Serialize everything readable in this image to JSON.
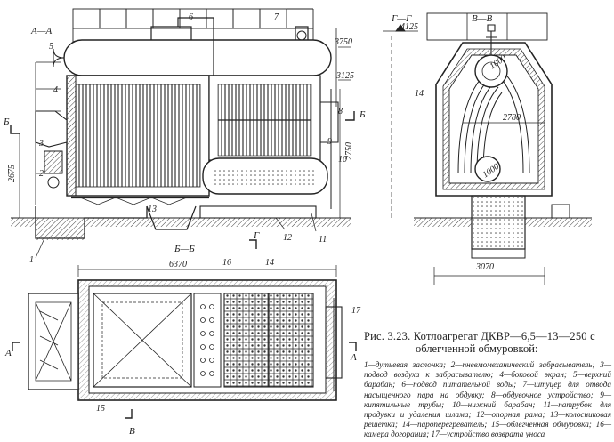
{
  "section_labels": {
    "aa": "А—А",
    "gg": "Г—Г",
    "vv": "В—В",
    "bb": "Б—Б",
    "a_left": "А",
    "a_right": "А",
    "b_left": "Б",
    "b_right": "Б",
    "g_mark": "Г",
    "v_mark": "В"
  },
  "dimensions": {
    "d3750": "3750",
    "d3125": "3125",
    "d2750": "2750",
    "d2675": "2675",
    "d4125": "4125",
    "d2780": "2780",
    "d3070": "3070",
    "d6370": "6370",
    "d1000a": "1000",
    "d1000b": "1000"
  },
  "part_numbers": [
    "1",
    "2",
    "3",
    "4",
    "5",
    "6",
    "7",
    "8",
    "9",
    "10",
    "11",
    "12",
    "13",
    "14",
    "15",
    "16",
    "17"
  ],
  "caption": {
    "title": "Рис. 3.23. Котлоагрегат ДКВР—6,5—13—250 с",
    "subtitle": "облегченной обмуровкой:",
    "legend": "1—дутьевая заслонка; 2—пневмомеханический забрасыватель; 3—подвод воздуха к забрасывателю; 4—боковой экран; 5—верхний барабан; 6—подвод питательной воды; 7—штуцер для отвода насыщенного пара на обдувку; 8—обдувочное устройство; 9—кипятильные трубы; 10—нижний барабан; 11—патрубок для продувки и удаления шлама; 12—опорная рама; 13—колосниковая решетка; 14—пароперегреватель; 15—облегченная обмуровка; 16—камера догорания; 17—устройство возврата уноса"
  }
}
